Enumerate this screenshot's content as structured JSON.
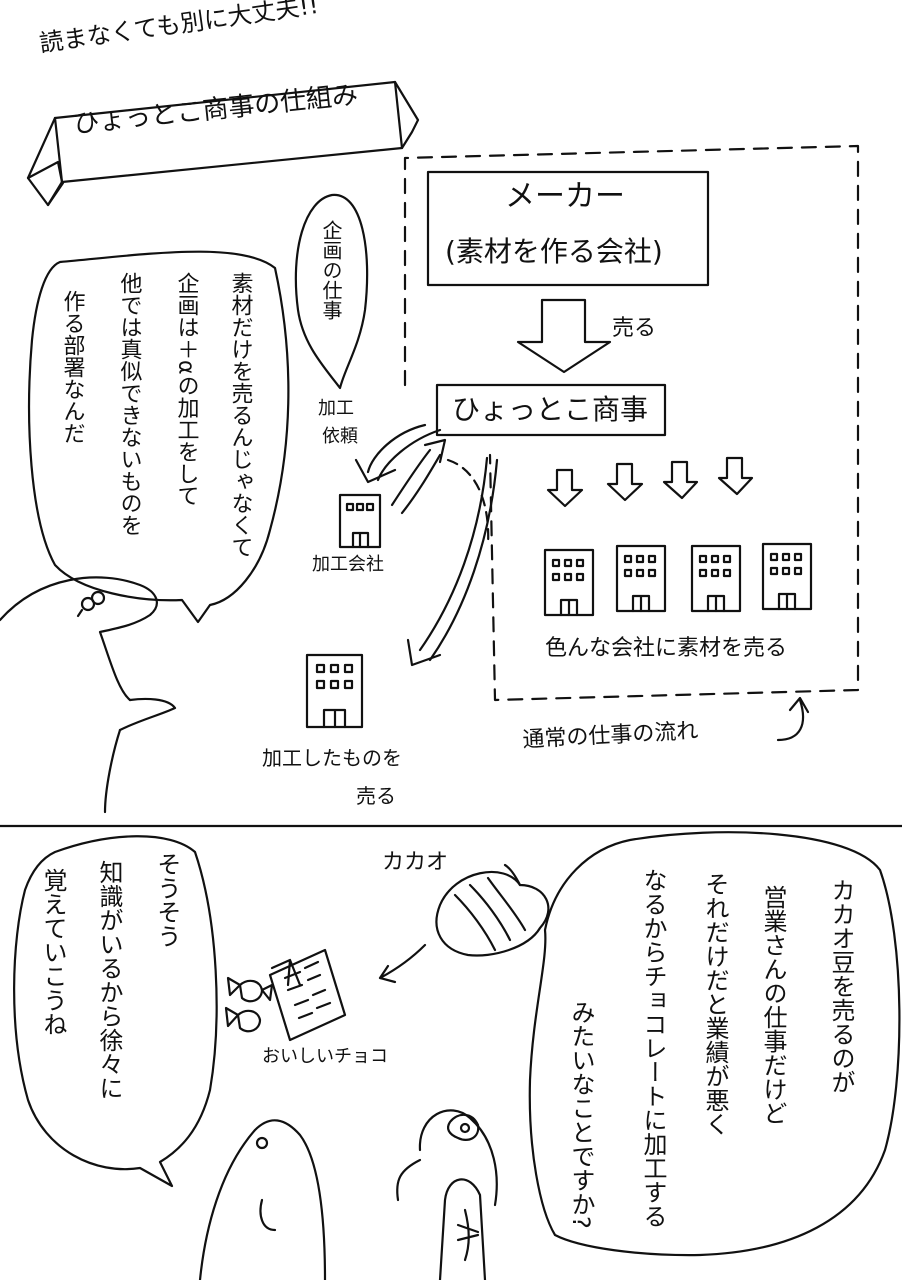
{
  "header": {
    "subtitle": "読まなくても別に大丈夫!!",
    "title": "ひょっとこ商事の仕組み"
  },
  "diagram": {
    "maker_name": "メーカー",
    "maker_desc": "(素材を作る会社)",
    "sell_label": "売る",
    "company": "ひょっとこ商事",
    "planning_bubble": "企画の仕事",
    "processing_request": [
      "加工",
      "依頼"
    ],
    "processing_company": "加工会社",
    "sell_materials": "色んな会社に素材を売る",
    "normal_flow": "通常の仕事の流れ",
    "processed_sell": [
      "加工したものを",
      "売る"
    ]
  },
  "panel1": {
    "speech": [
      "素材だけを売るんじゃなくて",
      "企画は＋αの加工をして",
      "他では真似できないものを",
      "作る部署なんだ"
    ]
  },
  "panel2": {
    "cacao_label": "カカオ",
    "choco_label": "おいしいチョコ",
    "speech_right": [
      "カカオ豆を売るのが",
      "営業さんの仕事だけど",
      "それだけだと業績が悪く",
      "なるからチョコレートに加工する",
      "みたいなことですか?"
    ],
    "speech_left": [
      "そうそう",
      "知識がいるから徐々に",
      "覚えていこうね"
    ]
  }
}
